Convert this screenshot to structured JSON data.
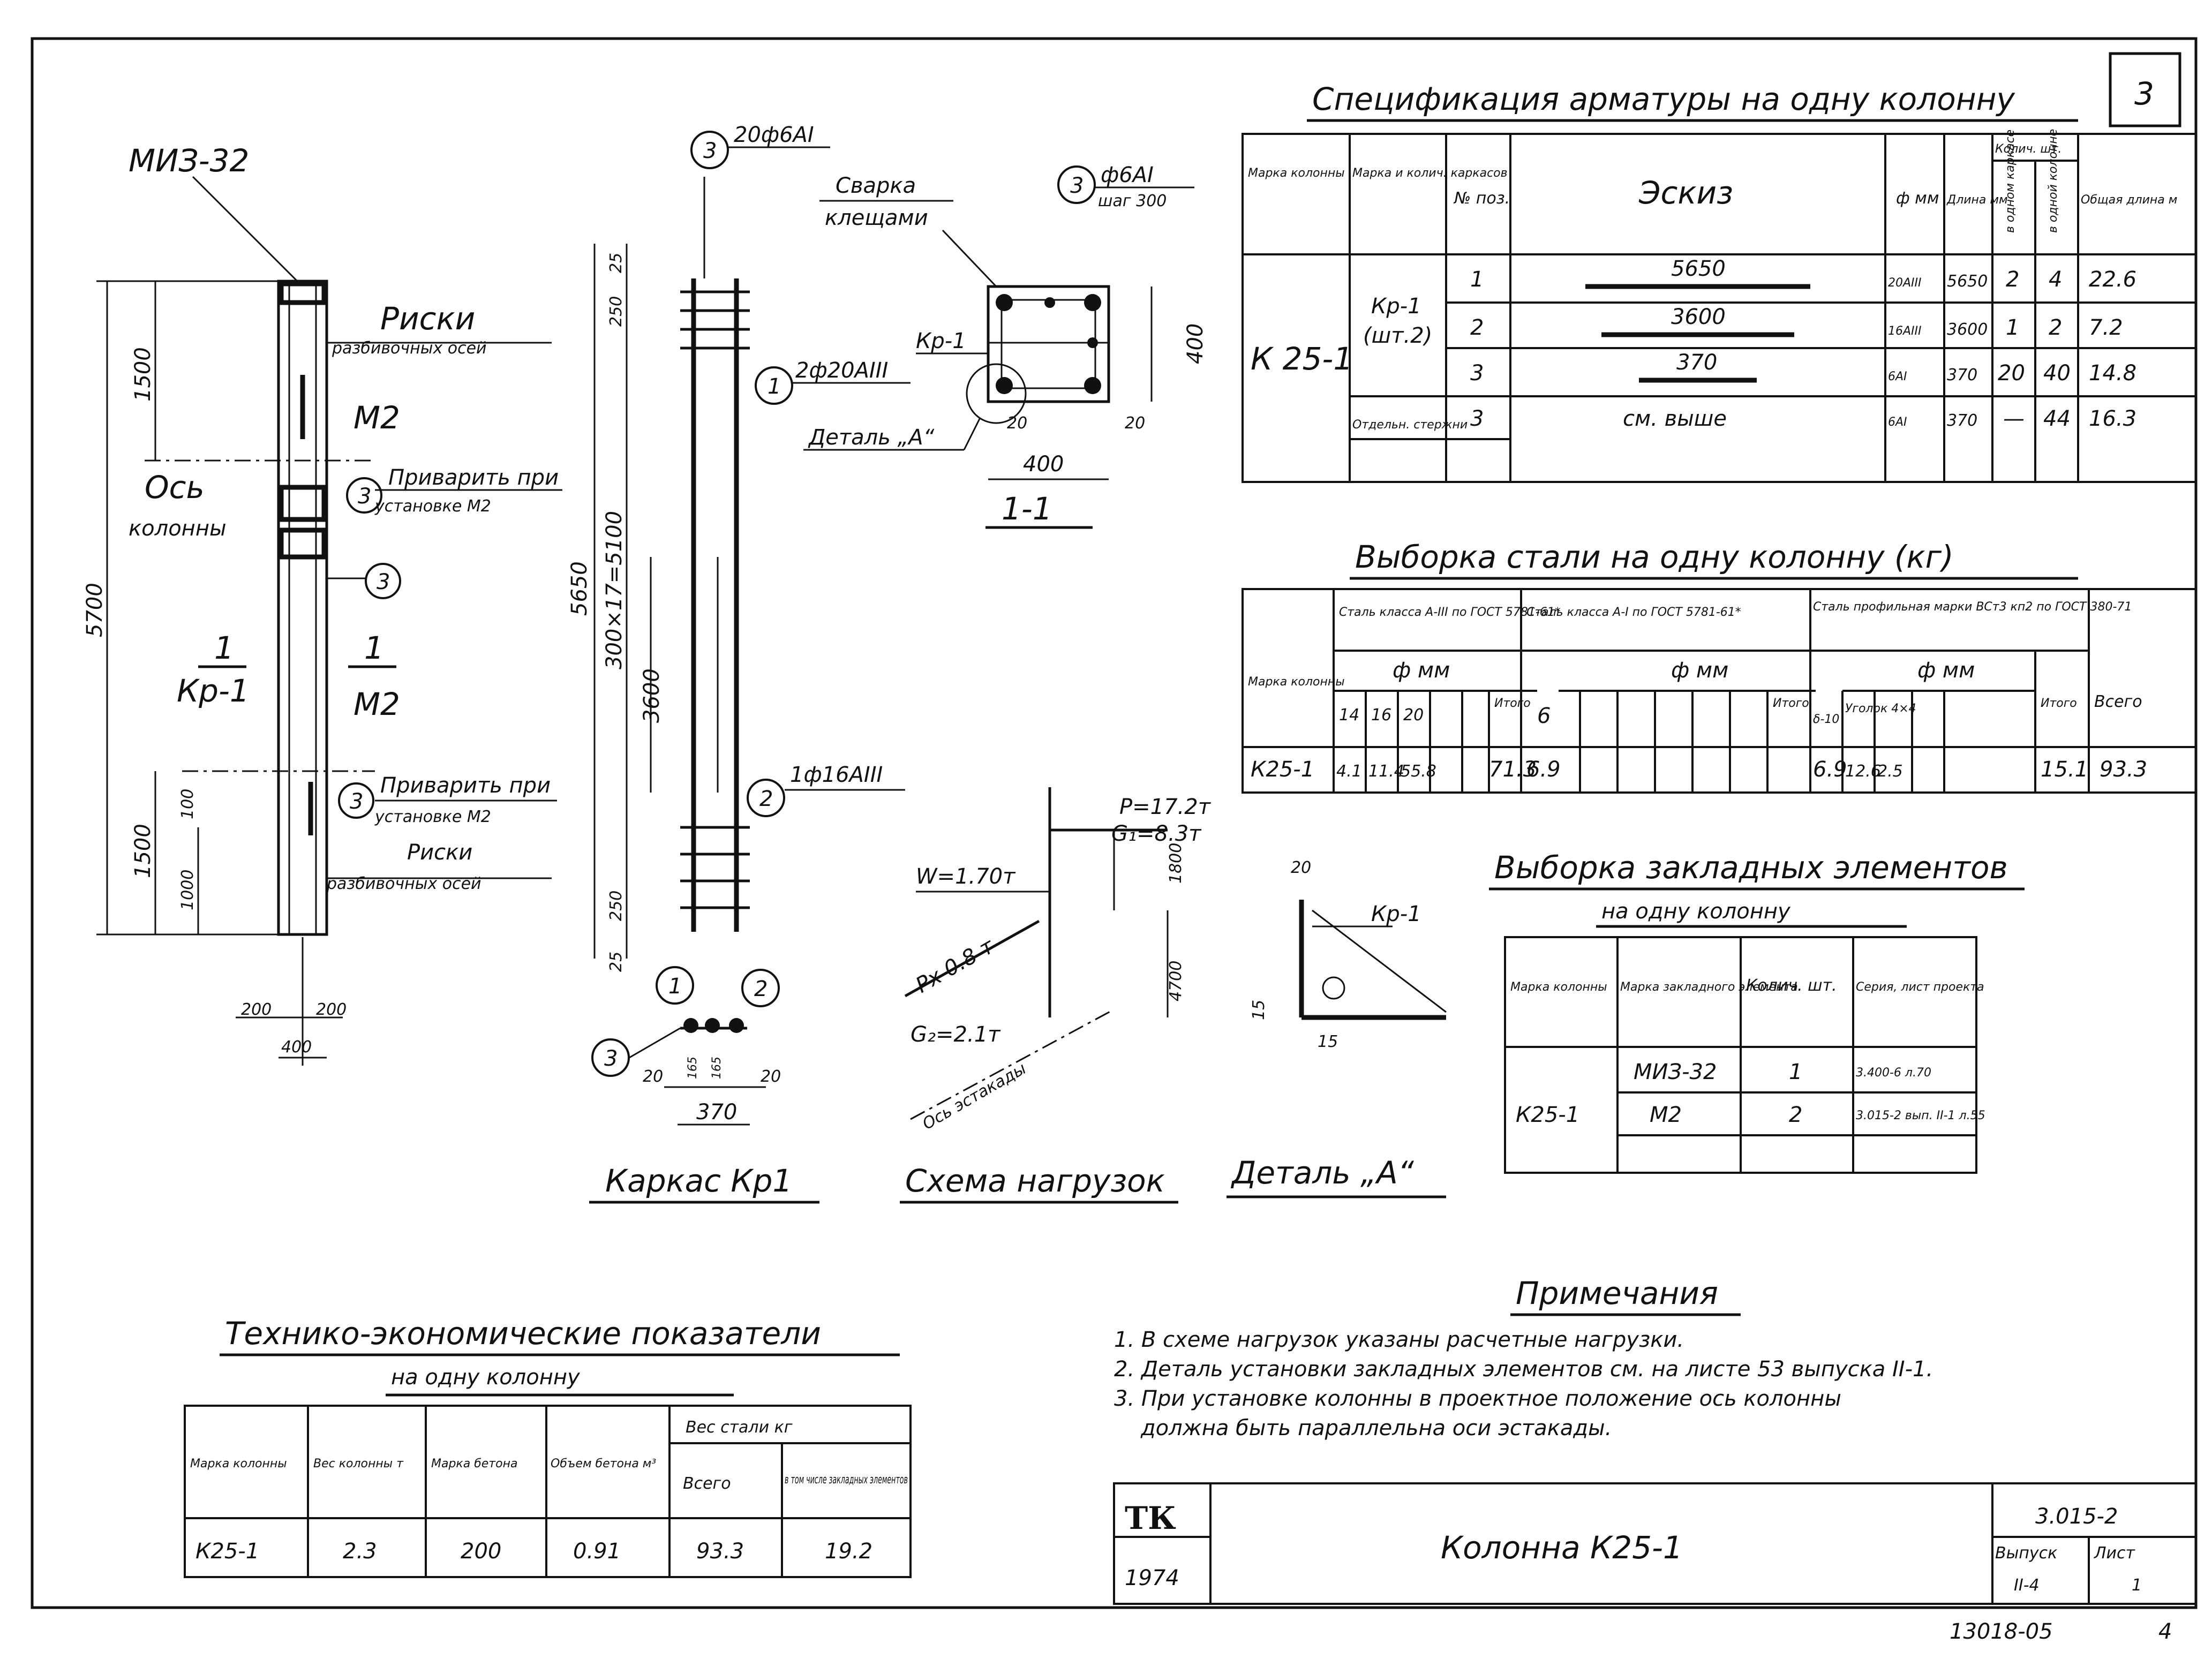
{
  "sheet_number": "3",
  "stamp": {
    "tk": "ТК",
    "year": "1974",
    "series": "3.015-2",
    "title": "Колонна К25-1",
    "issue_label": "Выпуск",
    "issue_value": "II-4",
    "sheet_label": "Лист",
    "sheet_value": "1"
  },
  "bottom_code": "13018-05",
  "bottom_page": "4",
  "spec": {
    "title": "Спецификация арматуры на одну колонну",
    "headers": {
      "col_mark": "Марка колонны",
      "cage_mark": "Марка и колич. карка­сов",
      "pos": "№ поз.",
      "sketch": "Эскиз",
      "dia": "ф мм",
      "len": "Длина мм",
      "qty": "Колич. шт.",
      "qty_cage": "в одном карка­се",
      "qty_col": "в одной колон­не",
      "total_len": "Общая длина м"
    },
    "column_mark": "К 25-1",
    "cage_label": "Кр-1",
    "cage_count": "(шт.2)",
    "separate_label": "Отдельн. стержни",
    "rows": [
      {
        "pos": "1",
        "sketch": "5650",
        "dia": "20AIII",
        "len": "5650",
        "q1": "2",
        "q2": "4",
        "total": "22.6"
      },
      {
        "pos": "2",
        "sketch": "3600",
        "dia": "16AIII",
        "len": "3600",
        "q1": "1",
        "q2": "2",
        "total": "7.2"
      },
      {
        "pos": "3",
        "sketch": "370",
        "dia": "6AI",
        "len": "370",
        "q1": "20",
        "q2": "40",
        "total": "14.8"
      },
      {
        "pos": "3",
        "sketch": "см. выше",
        "dia": "6AI",
        "len": "370",
        "q1": "—",
        "q2": "44",
        "total": "16.3"
      }
    ]
  },
  "steel": {
    "title": "Выборка стали на одну колонну (кг)",
    "col_mark": "Марка колонны",
    "group1": "Сталь класса A-III по ГОСТ 5781-61*",
    "group2": "Сталь класса A-I по ГОСТ 5781-61*",
    "group3": "Сталь профильная марки ВСт3 кп2 по ГОСТ 380-71",
    "phi": "ф мм",
    "subtotal": "Итого",
    "total": "Всего",
    "g1_dias": [
      "14",
      "16",
      "20"
    ],
    "g2_dias": [
      "6"
    ],
    "g3_dias": [
      "δ-10",
      "Уголок 4×4"
    ],
    "row": {
      "mark": "К25-1",
      "g1": [
        "4.1",
        "11.4",
        "55.8"
      ],
      "g1_total": "71.3",
      "g2": [
        "6.9"
      ],
      "g2_total": "6.9",
      "g3": [
        "12.6",
        "2.5"
      ],
      "g3_total": "15.1",
      "grand": "93.3"
    }
  },
  "embed": {
    "title_line1": "Выборка закладных элементов",
    "title_line2": "на одну колонну",
    "headers": {
      "mark": "Марка колонны",
      "el": "Марка заклад­ного элемента",
      "qty": "Колич. шт.",
      "series": "Серия, лист проекта"
    },
    "column_mark": "К25-1",
    "rows": [
      {
        "el": "МИЗ-32",
        "qty": "1",
        "series": "3.400-6 л.70"
      },
      {
        "el": "М2",
        "qty": "2",
        "series": "3.015-2 вып. II-1 л.55"
      }
    ]
  },
  "tep": {
    "title_line1": "Технико-экономические показатели",
    "title_line2": "на одну колонну",
    "headers": {
      "mark": "Марка колонны",
      "weight": "Вес колонны т",
      "concrete": "Марка бетона",
      "volume": "Объем бетона м³",
      "steel": "Вес стали кг",
      "all": "Всего",
      "incl": "в том числе закладных элементов"
    },
    "row": {
      "mark": "К25-1",
      "weight": "2.3",
      "concrete": "200",
      "volume": "0.91",
      "all": "93.3",
      "incl": "19.2"
    }
  },
  "notes": {
    "title": "Примечания",
    "items": [
      "1. В схеме нагрузок указаны расчетные нагрузки.",
      "2. Деталь установки закладных элементов см. на листе 53 выпуска II-1.",
      "3. При установке колонны в проектное положение ось колонны",
      "должна быть параллельна оси эстакады."
    ]
  },
  "column_view": {
    "miz": "МИЗ-32",
    "risk1": "Риски",
    "risk1b": "разбивочных осей",
    "m2a": "М2",
    "axis1": "Ось",
    "axis2": "колонны",
    "weld1": "Приварить при",
    "weld1b": "установке М2",
    "section_a": "1",
    "section_b": "1",
    "kr": "Кр-1",
    "m2b": "М2",
    "weld2": "Приварить при",
    "weld2b": "установке М2",
    "risk2": "Риски",
    "risk2b": "разбивочных осей",
    "dim_total": "5700",
    "dim_top": "1500",
    "dim_bot": "1500",
    "dim_1000": "1000",
    "dim_100": "100",
    "dim_200a": "200",
    "dim_200b": "200",
    "dim_400": "400",
    "mark_3a": "3",
    "mark_3b": "3",
    "mark_3c": "3"
  },
  "cage": {
    "title": "Каркас Кр1",
    "pos3_label": "20ф6AI",
    "pos1_label": "2ф20AIII",
    "pos2_label": "1ф16AIII",
    "dim_5650": "5650",
    "dim_25a": "25",
    "dim_250a": "250",
    "dim_mid": "300×17=5100",
    "dim_3600": "3600",
    "dim_250b": "250",
    "dim_25b": "25",
    "sec_20a": "20",
    "sec_165a": "165",
    "sec_165b": "165",
    "sec_20b": "20",
    "sec_370": "370",
    "m1": "1",
    "m2": "2",
    "m3": "3",
    "m3b": "3"
  },
  "section": {
    "title": "1-1",
    "weld": "Сварка",
    "weld2": "клещами",
    "pos3": "ф6AI",
    "step": "шаг 300",
    "kr": "Кр-1",
    "detail": "Деталь „А“",
    "dim_400h": "400",
    "dim_400w": "400",
    "dim_20a": "20",
    "dim_20b": "20",
    "m3": "3"
  },
  "loads": {
    "title": "Схема нагрузок",
    "p": "P=17.2т",
    "g1": "G₁=8.3т",
    "w": "W=1.70т",
    "px": "Px 0.8 т",
    "g2": "G₂=2.1т",
    "d1800": "1800",
    "d4700": "4700",
    "axis": "Ось эстакады"
  },
  "detail": {
    "title": "Деталь „А“",
    "kr": "Кр-1",
    "d20": "20",
    "d15a": "15",
    "d15b": "15"
  }
}
